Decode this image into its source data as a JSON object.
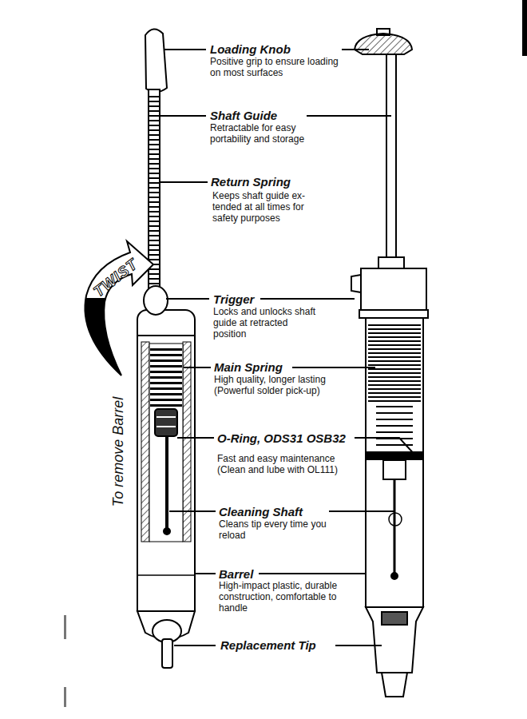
{
  "diagram": {
    "labels": [
      "Loading Knob",
      "Positive grip to ensure loading on most surfaces",
      "Shaft Guide",
      "Retractable for easy portability and storage",
      "Return Spring",
      "Keeps shaft guide ex- tended at all times for safety purposes",
      "Trigger",
      "Locks and unlocks shaft guide at retracted position",
      "Main Spring",
      "High quality, longer lasting (Powerful solder pick-up)",
      "O-Ring, ODS31 OSB32",
      "Fast and easy maintenance (Clean and lube with OL111)",
      "Cleaning Shaft",
      "Cleans tip every time you reload",
      "Barrel",
      "High-impact plastic, durable construction, comfortable to handle",
      "Replacement Tip",
      "TWIST",
      "To remove Barrel"
    ]
  }
}
